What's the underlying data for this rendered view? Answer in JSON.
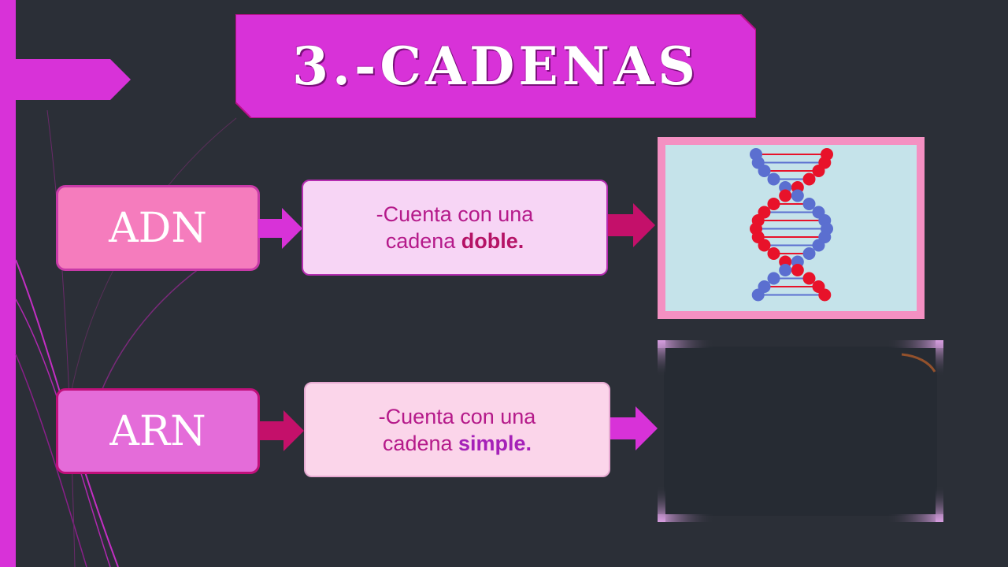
{
  "slide": {
    "title": "3.-CADENAS",
    "rows": [
      {
        "label": "ADN",
        "desc_line1": "-Cuenta con una",
        "desc_line2_prefix": "cadena ",
        "desc_line2_bold": "doble."
      },
      {
        "label": "ARN",
        "desc_line1": "-Cuenta con una",
        "desc_line2_prefix": "cadena ",
        "desc_line2_bold": "simple."
      }
    ]
  },
  "colors": {
    "background": "#2b2f37",
    "accent_magenta": "#d832d8",
    "adn_label_bg": "#f57cbd",
    "arn_label_bg": "#e46cd9",
    "dna_red": "#e8122a",
    "dna_blue": "#5b6fd0"
  },
  "icons": [
    "arrow-right-icon",
    "dna-double-helix-image",
    "rna-image-frame"
  ]
}
